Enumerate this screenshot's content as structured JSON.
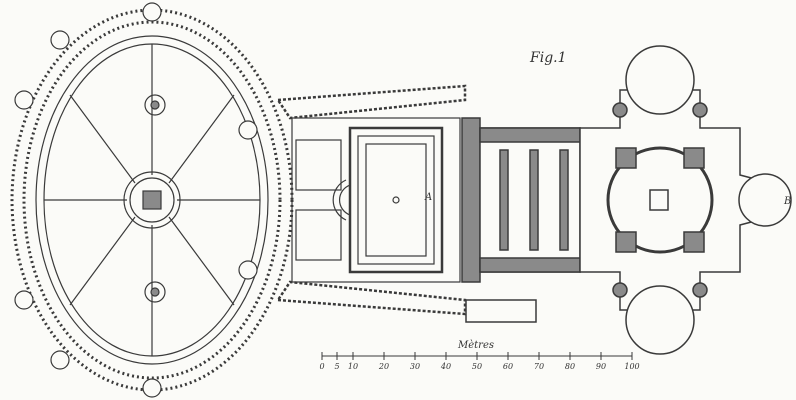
{
  "figure_label": "Fig.1",
  "point_labels": {
    "a": "A",
    "b": "B"
  },
  "scale": {
    "title": "Mètres",
    "ticks": [
      "0",
      "5",
      "10",
      "20",
      "30",
      "40",
      "50",
      "60",
      "70",
      "80",
      "90",
      "100"
    ],
    "tick_values": [
      0,
      5,
      10,
      20,
      30,
      40,
      50,
      60,
      70,
      80,
      90,
      100
    ]
  },
  "colors": {
    "ink": "#3a3a3a",
    "fill": "#8a8a8a",
    "paper": "#fbfbf8"
  }
}
